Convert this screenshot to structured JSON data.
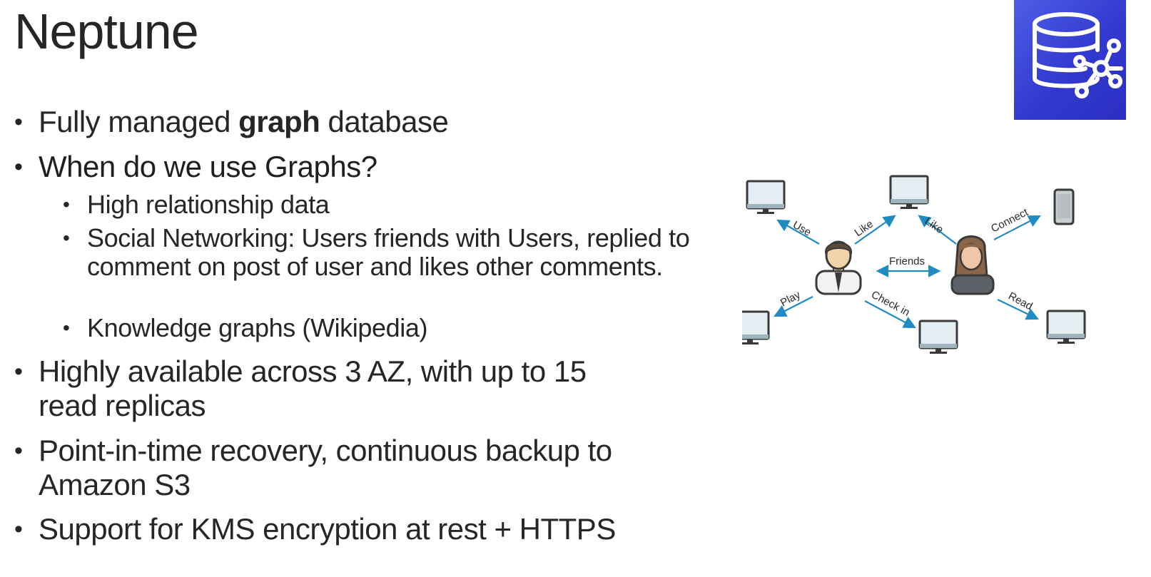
{
  "slide": {
    "title": "Neptune",
    "bullets": [
      {
        "prefix": "Fully managed ",
        "bold": "graph",
        "suffix": " database"
      },
      {
        "text": "When do we use Graphs?"
      },
      {
        "text": "Highly available across 3 AZ, with up to 15 read replicas"
      },
      {
        "text": "Point-in-time recovery, continuous backup to Amazon S3"
      },
      {
        "text": "Support for KMS encryption at rest + HTTPS"
      }
    ],
    "sub_bullets": [
      {
        "text": "High relationship data"
      },
      {
        "text": "Social Networking: Users friends with Users, replied to comment on post of user and likes other comments."
      },
      {
        "text": "Knowledge graphs (Wikipedia)"
      }
    ],
    "bullet_glyph": "•"
  },
  "logo": {
    "icon": "neptune-database-graph-icon",
    "colors": [
      "#4d5ee6",
      "#2b2fc2"
    ]
  },
  "diagram": {
    "edge_labels": {
      "use": "Use",
      "like1": "Like",
      "like2": "Like",
      "connect": "Connect",
      "friends": "Friends",
      "play": "Play",
      "checkin": "Check in",
      "read": "Read"
    },
    "arrow_color": "#1e8bc3",
    "icons": [
      "monitor-icon",
      "smartphone-icon",
      "man-avatar-icon",
      "woman-avatar-icon"
    ]
  }
}
